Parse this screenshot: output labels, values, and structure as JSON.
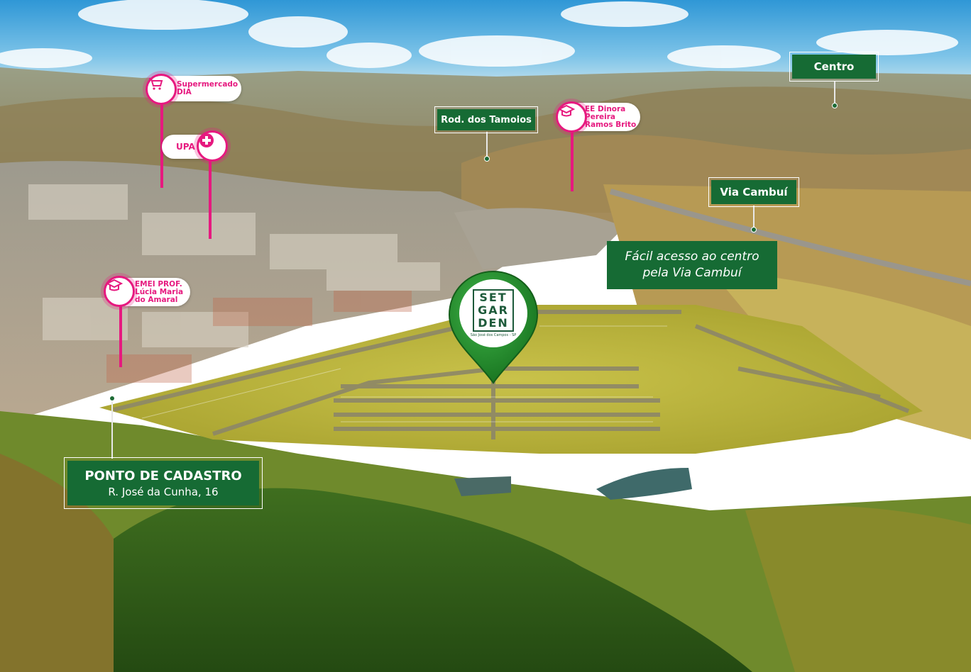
{
  "pois": {
    "supermercado": {
      "line1": "Supermercado",
      "line2": "DIA",
      "icon": "shopping-cart-icon"
    },
    "upa": {
      "label": "UPA",
      "icon": "medical-cross-icon"
    },
    "escola_dinora": {
      "line1": "EE Dinora",
      "line2": "Pereira",
      "line3": "Ramos Brito",
      "icon": "graduation-cap-icon"
    },
    "emei": {
      "line1": "EMEI PROF.",
      "line2": "Lúcia Maria",
      "line3": "do Amaral",
      "icon": "graduation-cap-icon"
    }
  },
  "labels": {
    "centro": "Centro",
    "rodovia": "Rod. dos Tamoios",
    "via_cambui": "Via Cambuí",
    "acesso_line1": "Fácil acesso ao centro",
    "acesso_line2": "pela Via Cambuí",
    "cadastro_title": "PONTO DE CADASTRO",
    "cadastro_address": "R. José da Cunha, 16"
  },
  "logo": {
    "line1": "SET",
    "line2": "GAR",
    "line3": "DEN",
    "subtitle": "São José dos Campos - SP"
  },
  "colors": {
    "pink": "#e6197f",
    "green_label": "#166b34",
    "pin_green": "#1f8a2e"
  }
}
